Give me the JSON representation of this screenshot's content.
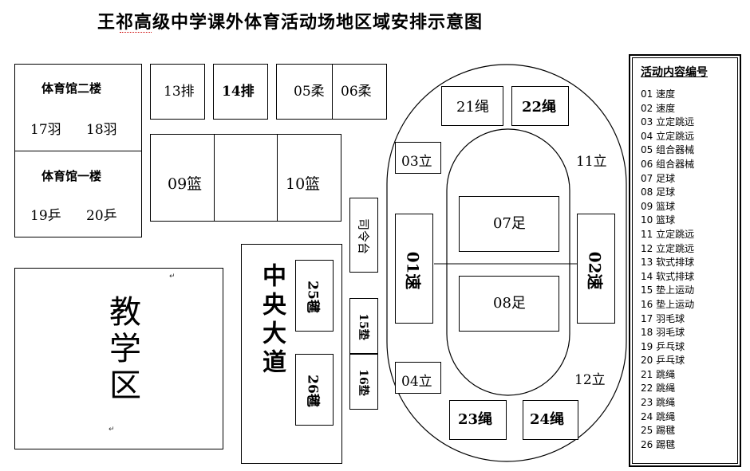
{
  "title": "王祁高级中学课外体育活动场地区域安排示意图",
  "gym": {
    "floor2": "体育馆二楼",
    "floor2_left": "17羽",
    "floor2_right": "18羽",
    "floor1": "体育馆一楼",
    "floor1_left": "19乒",
    "floor1_right": "20乒"
  },
  "courts": {
    "c13": "13排",
    "c14": "14排",
    "c05": "05柔",
    "c06": "06柔",
    "c09": "09篮",
    "c10": "10篮"
  },
  "teaching_zone": "教学区",
  "avenue": "中央大道",
  "shuttlecock": {
    "c25": "25毽",
    "c26": "26毽"
  },
  "podium": "司令台",
  "mats": {
    "c15": "15垫",
    "c16": "16垫"
  },
  "track": {
    "r21": "21绳",
    "r22": "22绳",
    "r23": "23绳",
    "r24": "24绳",
    "l03": "03立",
    "l04": "04立",
    "l11": "11立",
    "l12": "12立",
    "s01": "01速",
    "s02": "02速",
    "f07": "07足",
    "f08": "08足"
  },
  "legend": {
    "title": "活动内容编号",
    "items": [
      "01 速度",
      "02 速度",
      "03 立定跳远",
      "04 立定跳远",
      "05 组合器械",
      "06 组合器械",
      "07 足球",
      "08 足球",
      "09 篮球",
      "10 篮球",
      "11 立定跳远",
      "12 立定跳远",
      "13 软式排球",
      "14 软式排球",
      "15 垫上运动",
      "16 垫上运动",
      "17 羽毛球",
      "18 羽毛球",
      "19 乒乓球",
      "20 乒乓球",
      "21 跳绳",
      "22 跳绳",
      "23 跳绳",
      "24 跳绳",
      "25 踢毽",
      "26 踢毽"
    ]
  }
}
